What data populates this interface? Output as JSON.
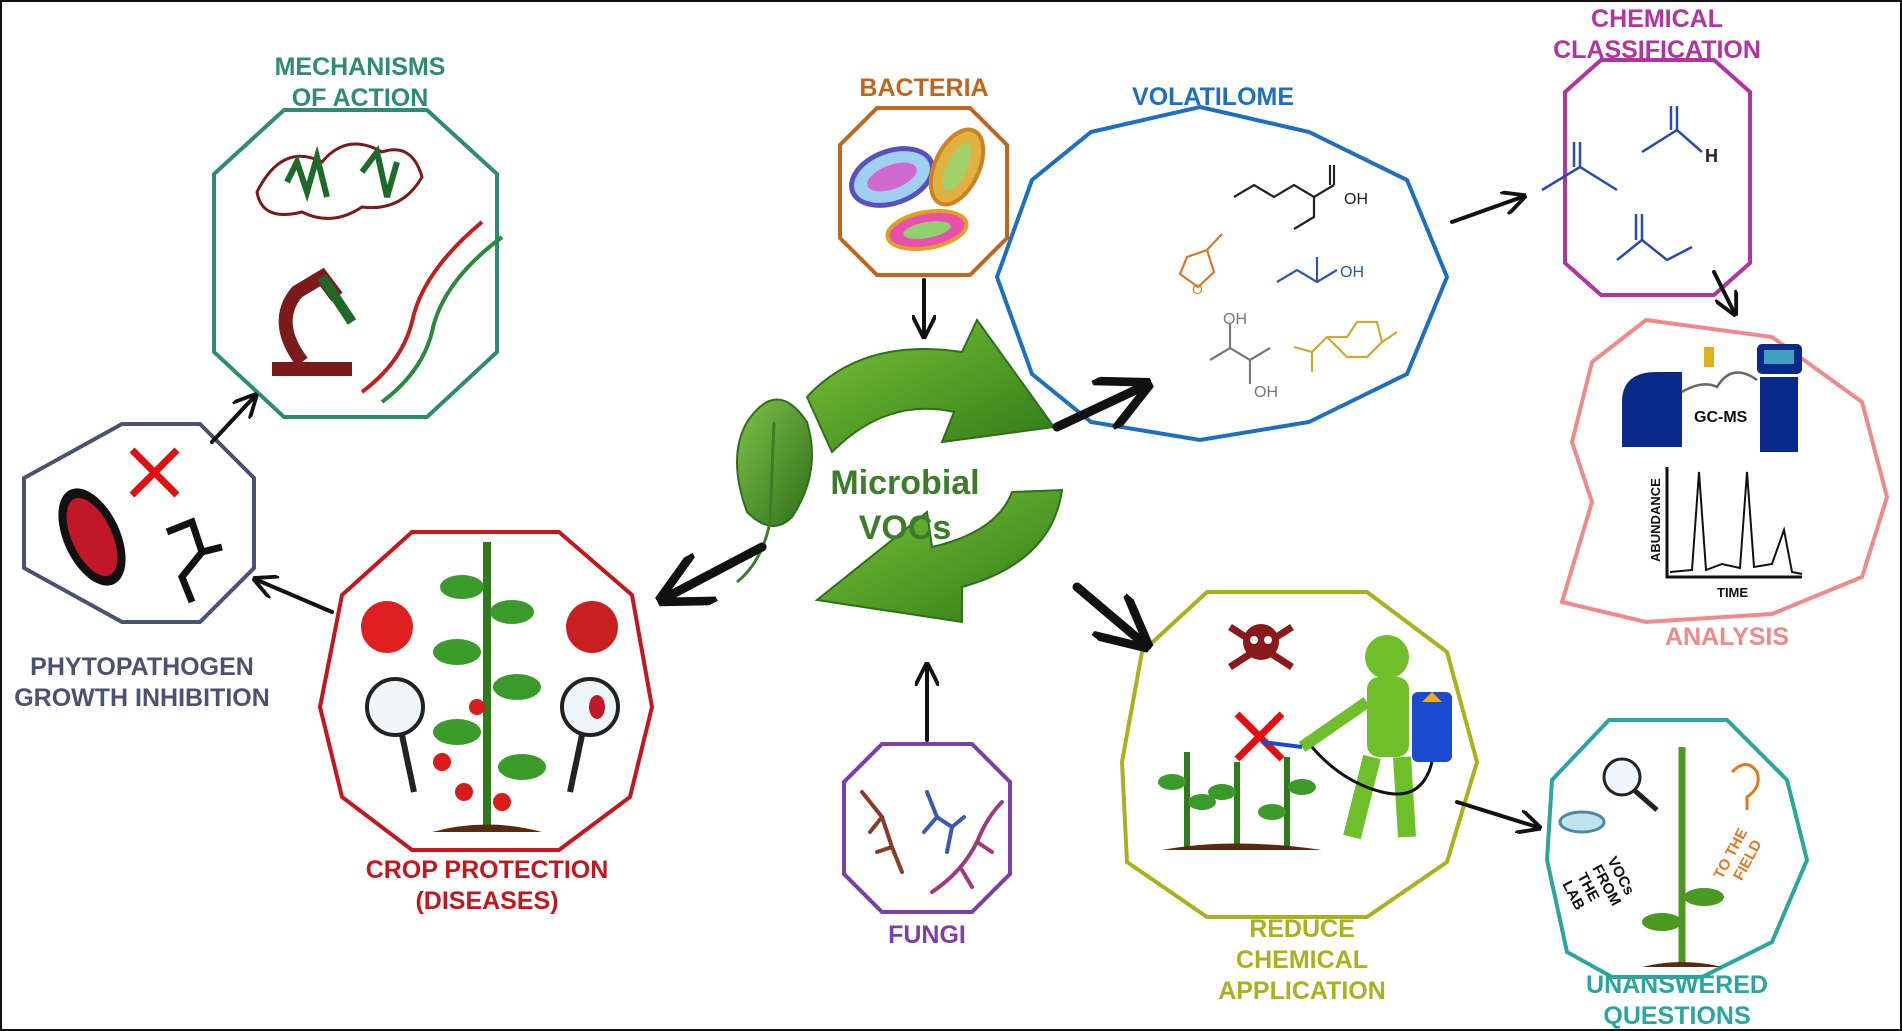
{
  "center": {
    "line1": "Microbial",
    "line2": "VOCs"
  },
  "labels": {
    "bacteria": "BACTERIA",
    "fungi": "FUNGI",
    "volatilome": "VOLATILOME",
    "chemical": {
      "line1": "CHEMICAL",
      "line2": "CLASSIFICATION"
    },
    "analysis": "ANALYSIS",
    "mechanisms": {
      "line1": "MECHANISMS",
      "line2": "OF ACTION"
    },
    "phytopathogen": {
      "line1": "PHYTOPATHOGEN",
      "line2": "GROWTH INHIBITION"
    },
    "crop": {
      "line1": "CROP PROTECTION",
      "line2": "(DISEASES)"
    },
    "reduce": {
      "line1": "REDUCE",
      "line2": "CHEMICAL",
      "line3": "APPLICATION"
    },
    "unanswered": {
      "line1": "UNANSWERED",
      "line2": "QUESTIONS"
    }
  },
  "inner_text": {
    "oh": "OH",
    "h": "H",
    "o": "O",
    "gcms": "GC-MS",
    "abundance": "ABUNDANCE",
    "time": "TIME",
    "vocs_lab": [
      "VOCs",
      "FROM",
      "THE",
      "LAB"
    ],
    "to_field": [
      "TO THE",
      "FIELD"
    ]
  },
  "colors": {
    "bacteria": "#c0651f",
    "fungi": "#7b3fa8",
    "volatilome": "#1e6fbf",
    "chemical": "#b2359f",
    "analysis": "#f08a8a",
    "mechanisms": "#2e8b74",
    "phytopathogen": "#4a5272",
    "crop": "#c4161c",
    "reduce": "#a9b21a",
    "unanswered": "#2aa69f",
    "recycle_green": "#4a9a22",
    "center_text": "#3d7d2a"
  }
}
